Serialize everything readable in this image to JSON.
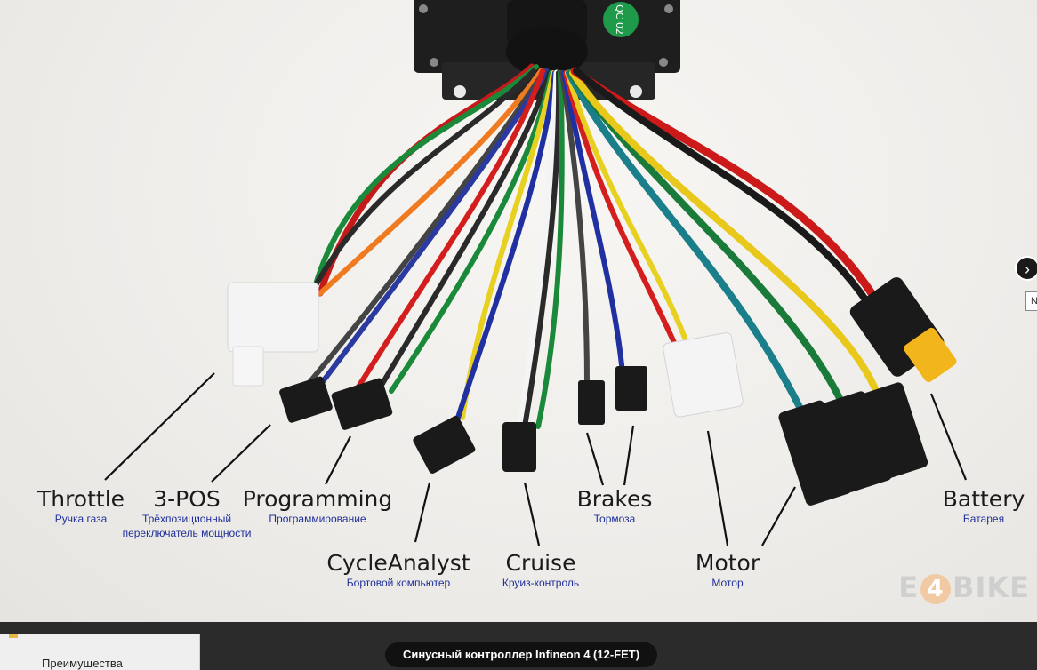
{
  "labels": {
    "throttle": {
      "en": "Throttle",
      "ru": "Ручка газа"
    },
    "pos3": {
      "en": "3-POS",
      "ru_line1": "Трёхпозиционный",
      "ru_line2": "переключатель мощности"
    },
    "programming": {
      "en": "Programming",
      "ru": "Программирование"
    },
    "cycleanalyst": {
      "en": "CycleAnalyst",
      "ru": "Бортовой компьютер"
    },
    "cruise": {
      "en": "Cruise",
      "ru": "Круиз-контроль"
    },
    "brakes": {
      "en": "Brakes",
      "ru": "Тормоза"
    },
    "motor": {
      "en": "Motor",
      "ru": "Мотор"
    },
    "battery": {
      "en": "Battery",
      "ru": "Батарея"
    }
  },
  "watermark": {
    "left": "E",
    "mid": "4",
    "right": "BIKE"
  },
  "controller_sticker": "QC 02",
  "next_button": {
    "glyph": "›"
  },
  "tooltip_peek": "N",
  "sidebar": {
    "item": "Преимущества"
  },
  "caption": "Синусный контроллер Infineon 4 (12-FET)",
  "colors": {
    "caption_bg": "#111111",
    "ru_text": "#1f2f9a",
    "en_text": "#1b1b1b"
  }
}
